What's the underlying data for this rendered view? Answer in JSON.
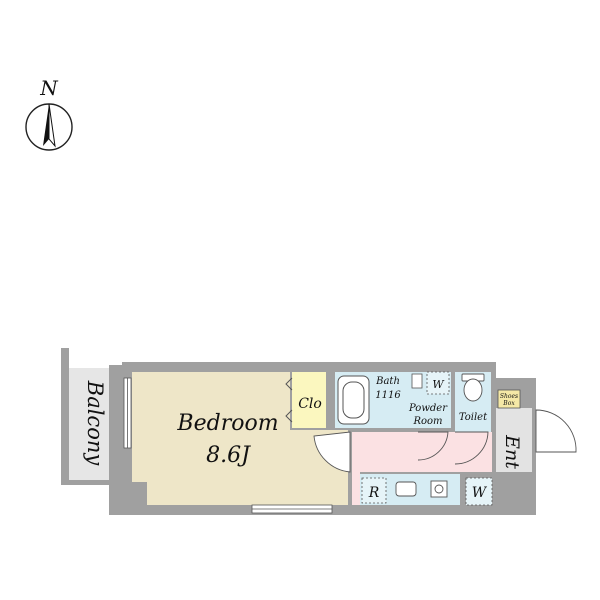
{
  "compass": {
    "north_label": "N"
  },
  "rooms": {
    "balcony": "Balcony",
    "bedroom": "Bedroom",
    "bedroom_size": "8.6J",
    "closet": "Clo",
    "bath": "Bath",
    "bath_size": "1116",
    "powder_room_line1": "Powder",
    "powder_room_line2": "Room",
    "washer": "W",
    "toilet": "Toilet",
    "shoes_box_line1": "Shoes",
    "shoes_box_line2": "Box",
    "entrance": "Ent",
    "refrigerator": "R",
    "washer_space": "W"
  },
  "colors": {
    "wall": "#a0a0a0",
    "bedroom_floor": "#eee6c8",
    "wet_floor": "#d6ecf3",
    "hall_floor": "#fbe1e3",
    "closet_floor": "#fbf7bf",
    "balcony_floor": "#e6e6e6",
    "entrance_floor": "#e3e3e3",
    "shoes_box": "#f5e8a6"
  }
}
